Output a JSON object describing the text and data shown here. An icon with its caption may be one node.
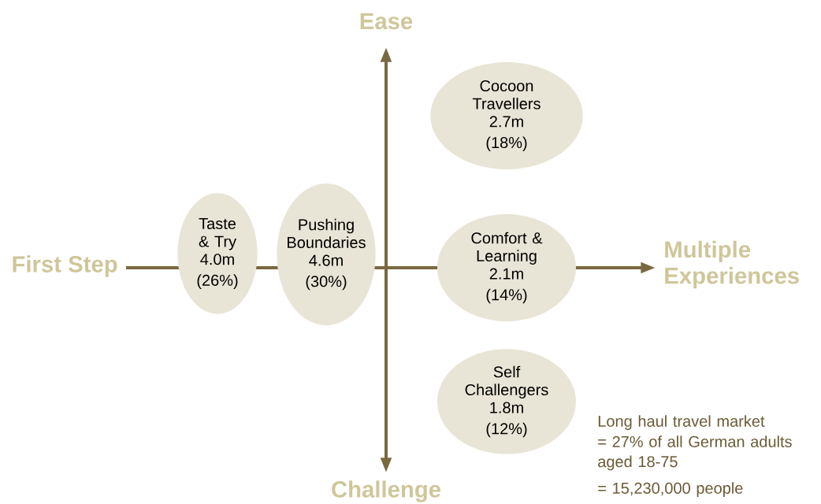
{
  "diagram": {
    "nodes": [
      {
        "text": [
          "Cocoon Travellers",
          "2.7m",
          "(18%)"
        ]
      },
      {
        "text": [
          "Taste & Try",
          "4.0m",
          "(26%)"
        ]
      },
      {
        "text": [
          "Pushing Boundaries",
          "4.6m",
          "(30%)"
        ]
      },
      {
        "text": [
          "Comfort & Learning",
          "2.1m",
          "(14%)"
        ]
      },
      {
        "text": [
          "Self Challengers",
          "1.8m",
          "(12%)"
        ]
      }
    ],
    "labels": [
      "Ease",
      "First Step",
      "Multiple Experiences",
      "Long haul travel market",
      "= 27% of all German adults aged 18-75",
      "= 15,230,000 people",
      "Challenge"
    ]
  }
}
